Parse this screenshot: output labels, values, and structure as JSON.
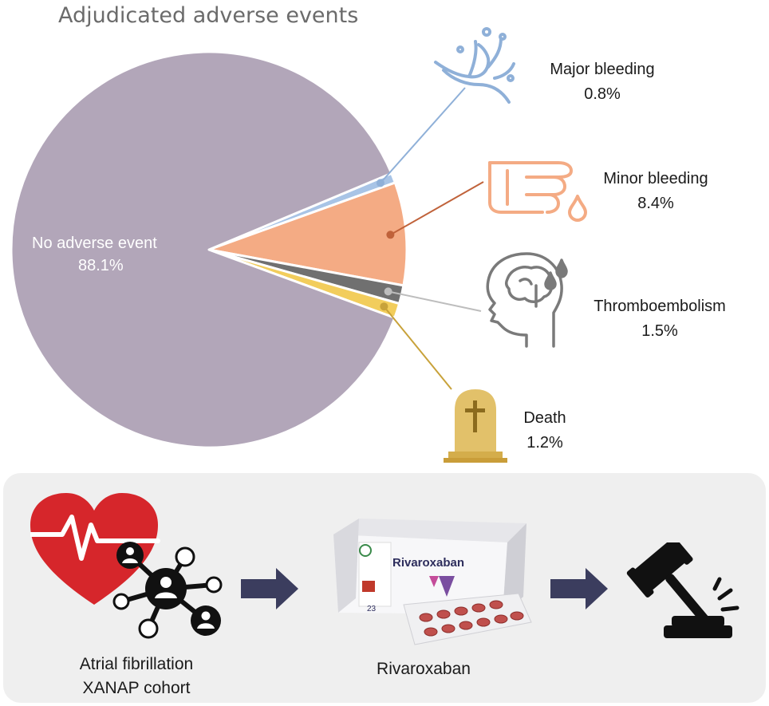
{
  "chart_data": {
    "type": "pie",
    "title": "Adjudicated adverse events",
    "slices": [
      {
        "label": "No adverse event",
        "value": 88.1,
        "display": "88.1%",
        "color": "#b2a6b9",
        "icon": "none"
      },
      {
        "label": "Major bleeding",
        "value": 0.8,
        "display": "0.8%",
        "color": "#a8c4e6",
        "icon": "blood-splash-icon"
      },
      {
        "label": "Minor bleeding",
        "value": 8.4,
        "display": "8.4%",
        "color": "#f4ab84",
        "icon": "finger-blood-drop-icon"
      },
      {
        "label": "Thromboembolism",
        "value": 1.5,
        "display": "1.5%",
        "color": "#707070",
        "icon": "head-brain-icon"
      },
      {
        "label": "Death",
        "value": 1.2,
        "display": "1.2%",
        "color": "#f2cd5c",
        "icon": "tombstone-icon"
      }
    ],
    "legend": "none"
  },
  "workflow": {
    "steps": [
      {
        "line1": "Atrial fibrillation",
        "line2": "XANAP cohort",
        "icon": "heart-network-icon"
      },
      {
        "line1": "Rivaroxaban",
        "line2": "",
        "icon": "pill-pack-icon",
        "box_text": "Rivaroxaban",
        "box_number": "23"
      },
      {
        "line1": "",
        "line2": "",
        "icon": "gavel-icon"
      }
    ],
    "arrow_color": "#3b3d5e"
  }
}
